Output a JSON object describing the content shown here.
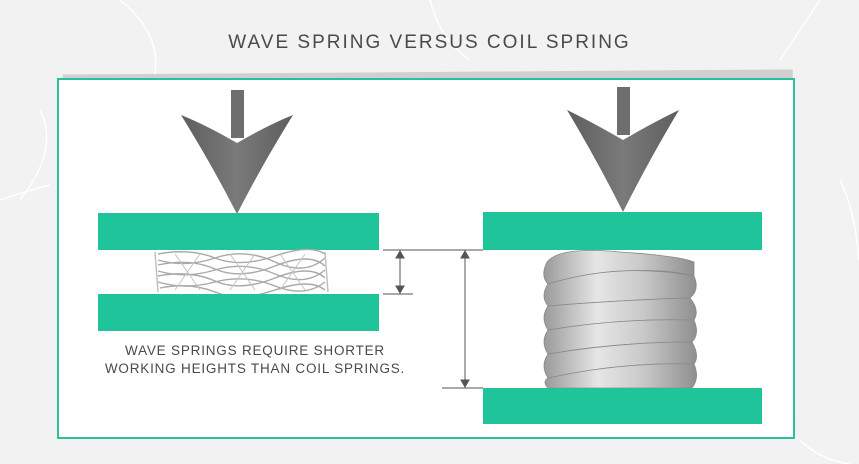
{
  "title": "WAVE SPRING VERSUS COIL SPRING",
  "caption": {
    "line1": "WAVE SPRINGS REQUIRE SHORTER",
    "line2": "WORKING HEIGHTS THAN COIL SPRINGS."
  },
  "colors": {
    "background": "#f1f2f1",
    "accent": "#1fc49b",
    "arrow": "#6b6b6b",
    "text": "#4a4a4a",
    "spring": "#b8b8b8"
  },
  "icons": {
    "left_arrow": "down-arrow-icon",
    "right_arrow": "down-arrow-icon"
  }
}
